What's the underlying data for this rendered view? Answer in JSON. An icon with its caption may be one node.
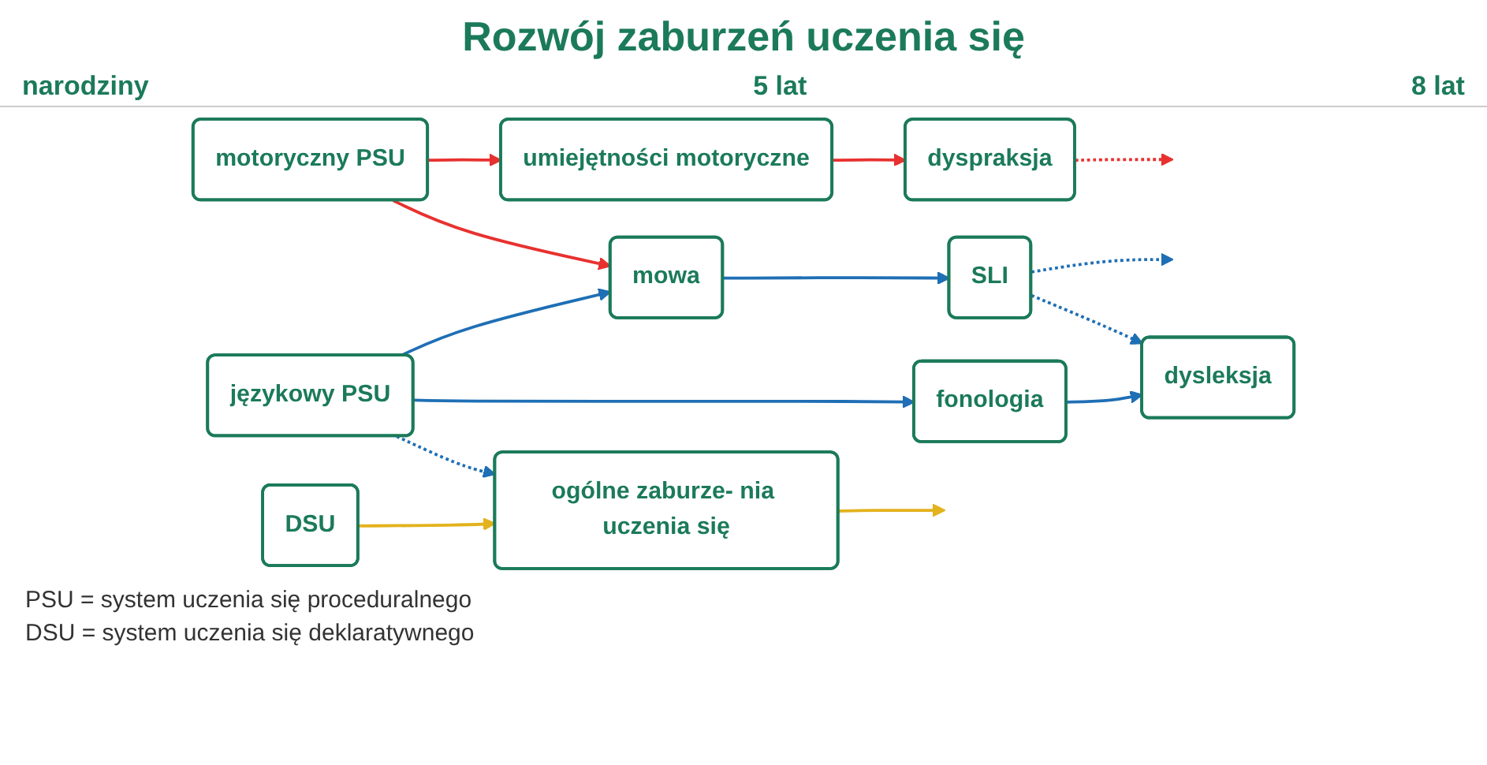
{
  "diagram": {
    "title": "Rozwój zaburzeń uczenia się",
    "nodes": [
      {
        "text": [
          "motoryczny PSU"
        ]
      },
      {
        "text": [
          "językowy PSU"
        ]
      },
      {
        "text": [
          "DSU"
        ]
      },
      {
        "text": [
          "umiejętności motoryczne"
        ]
      },
      {
        "text": [
          "mowa"
        ]
      },
      {
        "text": [
          "fonologia"
        ]
      },
      {
        "text": [
          "dyspraksja"
        ]
      },
      {
        "text": [
          "SLI"
        ]
      },
      {
        "text": [
          "ogólne zaburze- nia uczenia się"
        ]
      },
      {
        "text": [
          "dysleksja"
        ]
      }
    ],
    "edges": [
      {
        "from": 0,
        "to": 3,
        "arrow": "to",
        "color": "#e8312f"
      },
      {
        "from": 0,
        "to": 4,
        "arrow": "to",
        "color": "#e8312f"
      },
      {
        "from": 1,
        "to": 4,
        "arrow": "to"
      },
      {
        "from": 1,
        "to": 5,
        "arrow": "to"
      },
      {
        "from": 1,
        "to": 8,
        "arrow": "to",
        "style": "dashed"
      },
      {
        "from": 2,
        "to": 8,
        "arrow": "to",
        "color": "#e3b21c"
      },
      {
        "from": 3,
        "to": 6,
        "arrow": "to",
        "color": "#e8312f"
      },
      {
        "from": 4,
        "to": 7,
        "arrow": "to"
      },
      {
        "from": 5,
        "to": 9,
        "arrow": "to"
      },
      {
        "from": 6,
        "to": null,
        "arrow": "to",
        "style": "dashed",
        "color": "#e8312f"
      },
      {
        "from": 7,
        "to": null,
        "arrow": "to",
        "style": "dashed"
      },
      {
        "from": 7,
        "to": 9,
        "arrow": "to",
        "style": "dashed"
      },
      {
        "from": 8,
        "to": null,
        "arrow": "to",
        "color": "#e3b21c"
      }
    ],
    "labels": [
      "narodziny",
      "5 lat",
      "8 lat",
      "PSU = system uczenia się proceduralnego",
      "DSU = system uczenia się deklaratywnego"
    ]
  }
}
